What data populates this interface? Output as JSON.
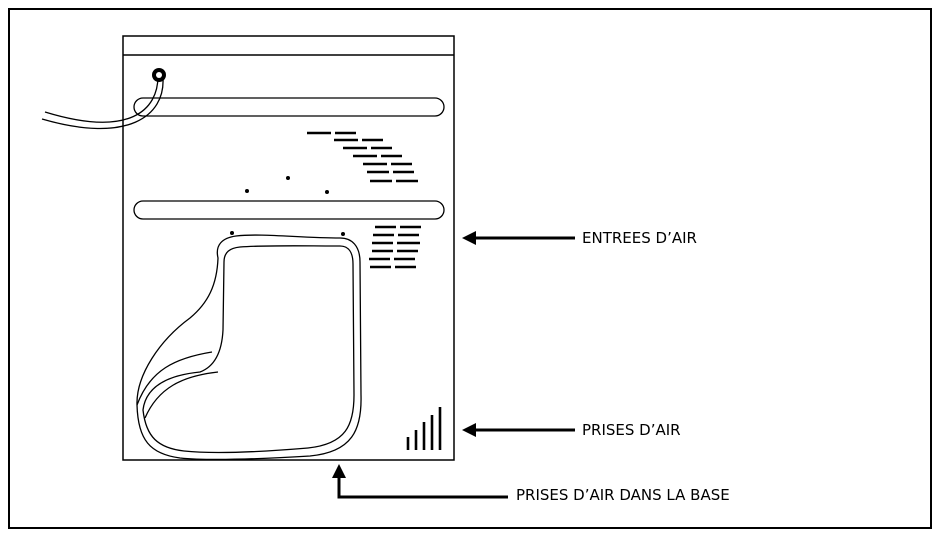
{
  "labels": {
    "air_inlets": "ENTREES D’AIR",
    "air_intakes": "PRISES D’AIR",
    "base_air_intakes": "PRISES D’AIR DANS LA BASE"
  },
  "colors": {
    "stroke": "#000000",
    "background": "#ffffff"
  }
}
